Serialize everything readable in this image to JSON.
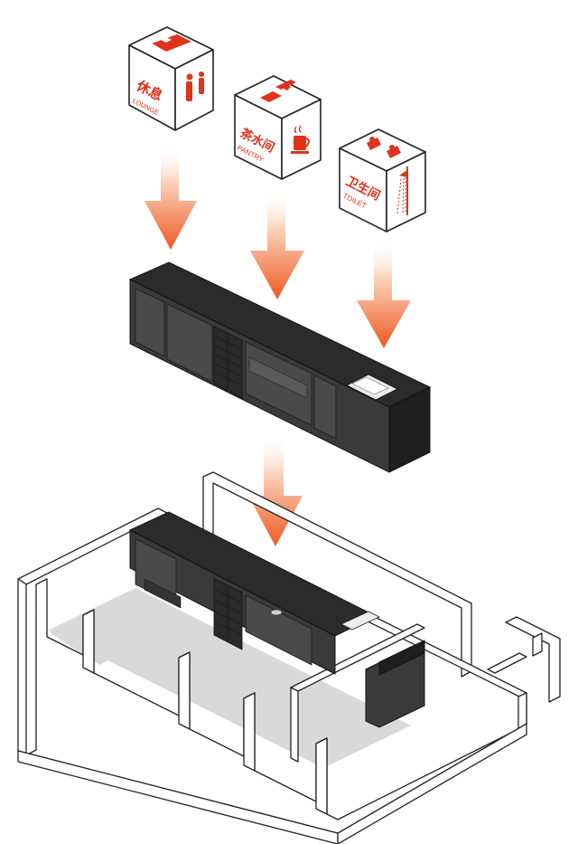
{
  "colors": {
    "accent": "#e0321c",
    "arrow_top": "#ffffff",
    "arrow_bottom": "#f06a2a",
    "module_dark": "#2f2f2f",
    "floor_gray": "#d9d9d9"
  },
  "cubes": [
    {
      "id": "lounge",
      "cn": "休息",
      "en": "LOUNGE",
      "top_icon": "bed-icon",
      "side_icon": "people-talking-icon"
    },
    {
      "id": "pantry",
      "cn": "茶水间",
      "en": "PANTRY",
      "top_icon": "faucet-icon",
      "side_icon": "coffee-cup-icon"
    },
    {
      "id": "toilet",
      "cn": "卫生间",
      "en": "TOILET",
      "top_icon": "restroom-people-icon",
      "side_icon": "shower-icon"
    }
  ]
}
